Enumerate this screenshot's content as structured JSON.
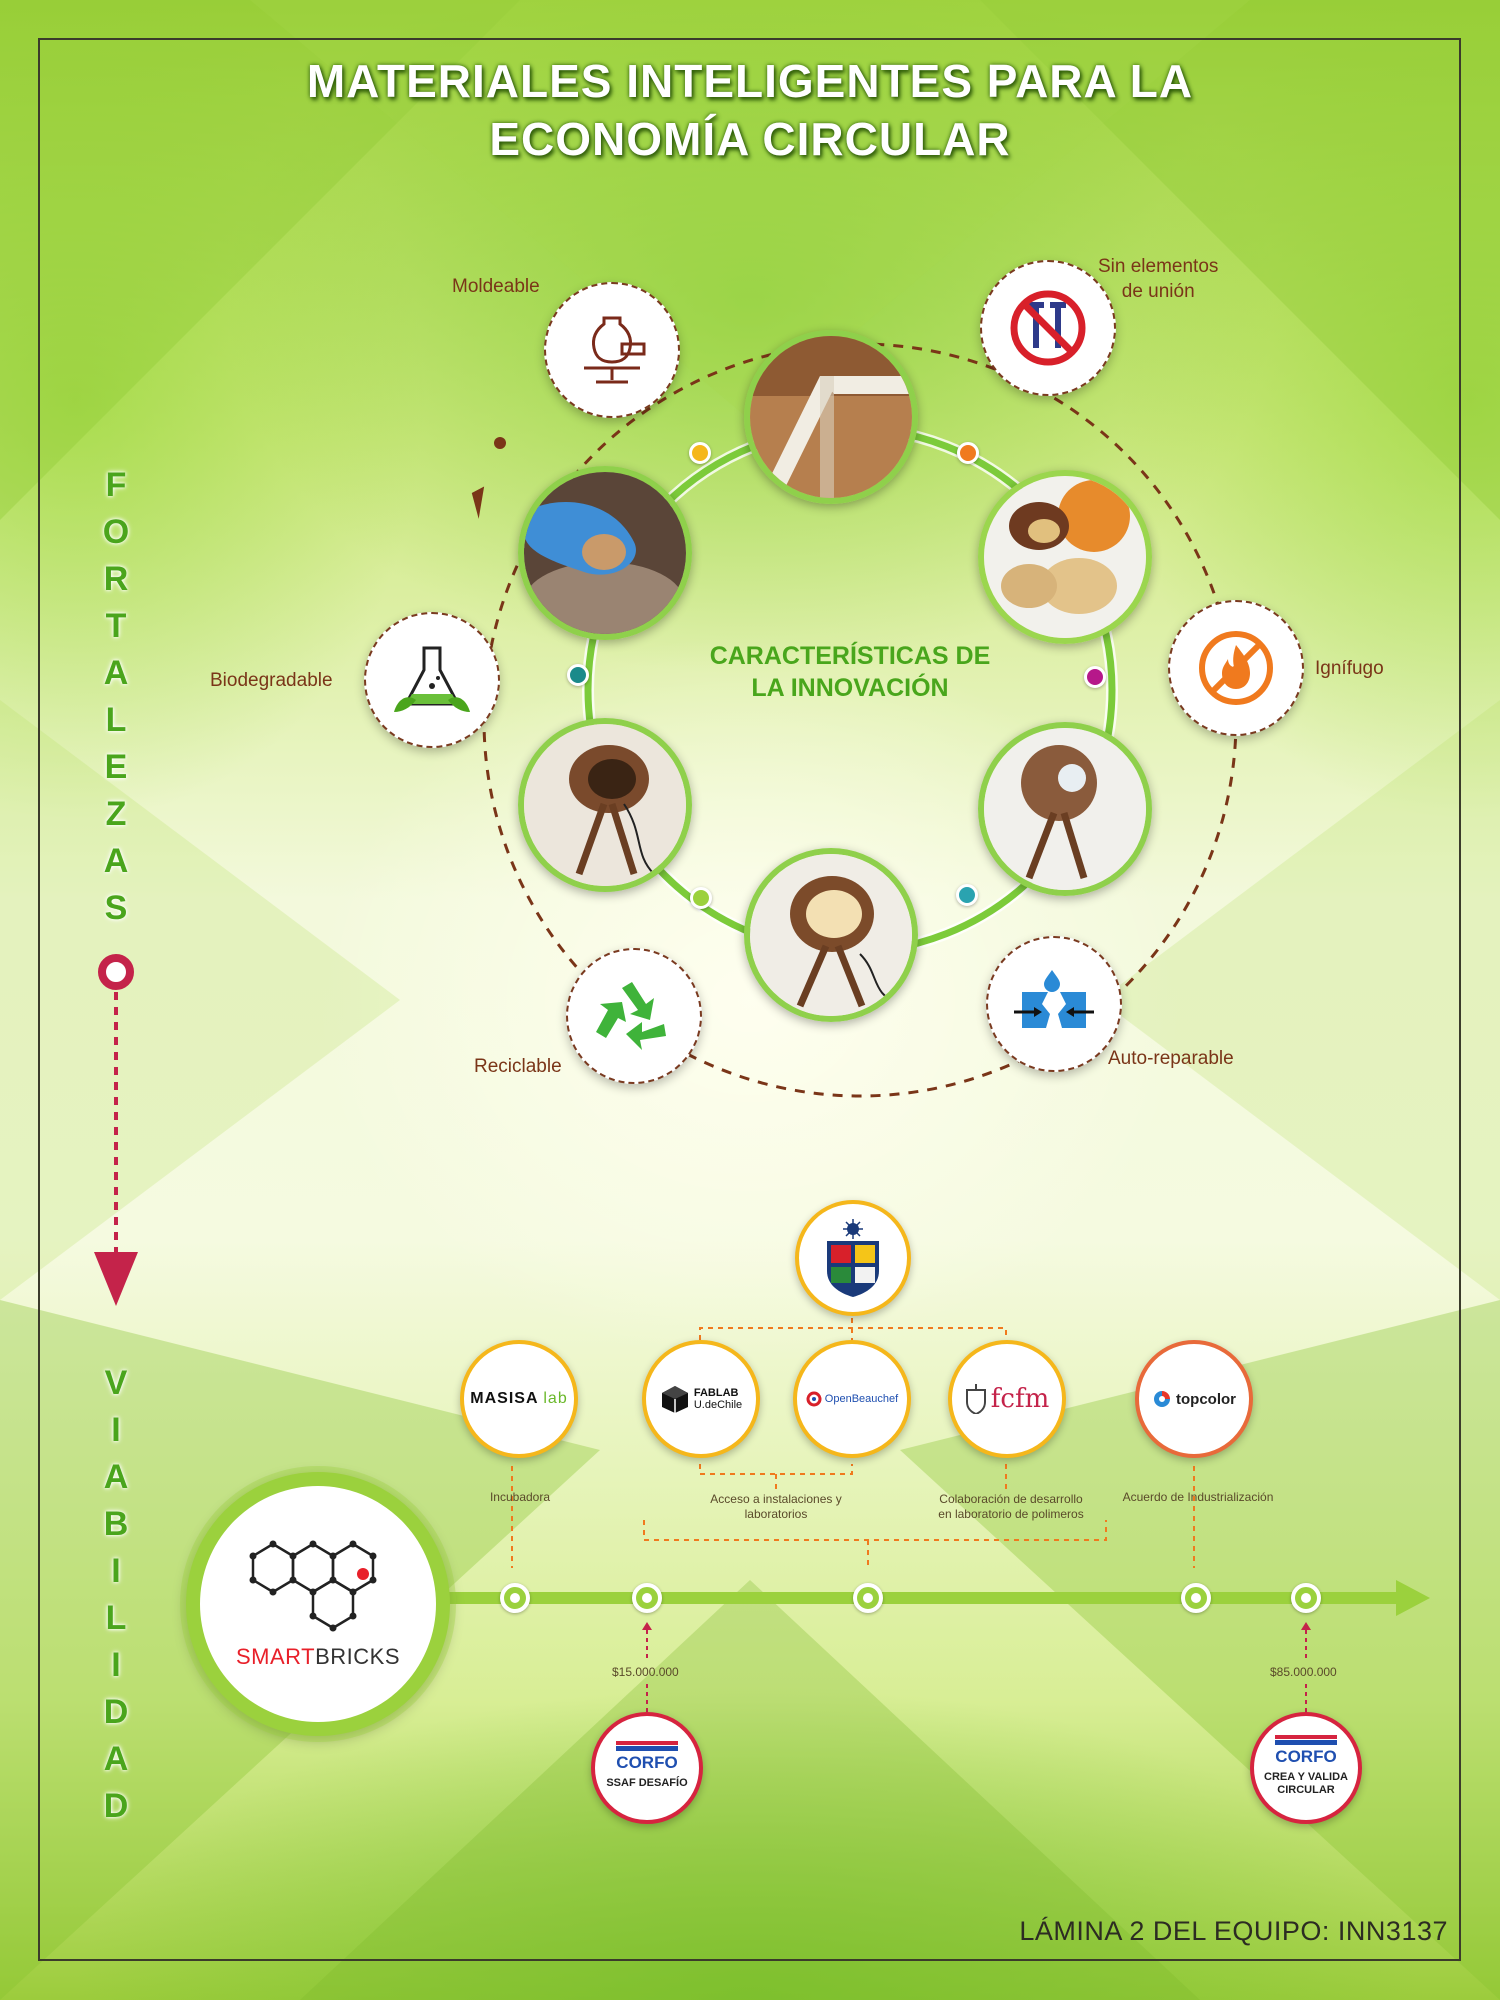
{
  "title": {
    "line1": "MATERIALES INTELIGENTES PARA LA",
    "line2": "ECONOMÍA CIRCULAR"
  },
  "side_labels": {
    "fortalezas": [
      "F",
      "O",
      "R",
      "T",
      "A",
      "L",
      "E",
      "Z",
      "A",
      "S"
    ],
    "viabilidad": [
      "V",
      "I",
      "A",
      "B",
      "I",
      "L",
      "I",
      "D",
      "A",
      "D"
    ]
  },
  "center": {
    "line1": "CARACTERÍSTICAS DE",
    "line2": "LA INNOVACIÓN"
  },
  "features": {
    "moldeable": "Moldeable",
    "sin_elementos_1": "Sin elementos",
    "sin_elementos_2": "de unión",
    "biodegradable": "Biodegradable",
    "ignifugo": "Ignífugo",
    "reciclable": "Reciclable",
    "auto_reparable": "Auto-reparable"
  },
  "partners": {
    "masisa": "MASISA",
    "masisa_lab": "lab",
    "fablab_1": "FABLAB",
    "fablab_2": "U.deChile",
    "openbeauchef": "OpenBeauchef",
    "fcfm": "fcfm",
    "topcolor": "topcolor"
  },
  "partner_labels": {
    "incubadora": "Incubadora",
    "acceso_1": "Acceso a instalaciones y",
    "acceso_2": "laboratorios",
    "colab_1": "Colaboración de desarrollo",
    "colab_2": "en laboratorio de polimeros",
    "acuerdo": "Acuerdo de Industrialización"
  },
  "smartbricks": {
    "smart": "SMART",
    "bricks": "BRICKS"
  },
  "funding": [
    {
      "amount": "$15.000.000",
      "brand": "CORFO",
      "program": [
        "SSAF DESAFÍO"
      ]
    },
    {
      "amount": "$85.000.000",
      "brand": "CORFO",
      "program": [
        "CREA Y VALIDA",
        "CIRCULAR"
      ]
    }
  ],
  "footer": "LÁMINA 2 DEL EQUIPO: INN3137",
  "colors": {
    "green": "#4aa51c",
    "brown": "#7a3518",
    "red": "#c4234a",
    "yellow": "#f5b71b",
    "orange": "#f07a1e"
  }
}
